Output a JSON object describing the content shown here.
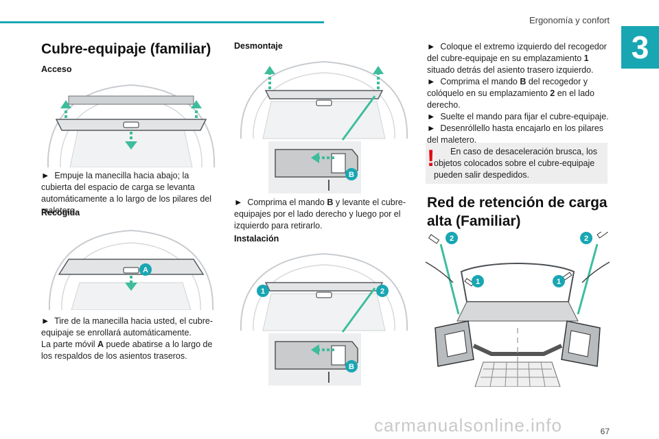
{
  "header": {
    "section_title": "Ergonomía y confort",
    "chapter": "3"
  },
  "left": {
    "title": "Cubre-equipaje (familiar)",
    "acceso": {
      "heading": "Acceso",
      "text": "Empuje la manecilla hacia abajo; la cubierta del espacio de carga se levanta automáticamente a lo largo de los pilares del maletero."
    },
    "recogida": {
      "heading": "Recogida",
      "text1": "Tire de la manecilla hacia usted, el cubre-equipaje se enrollará automáticamente.",
      "text2_pre": "La parte móvil ",
      "text2_bold": "A",
      "text2_post": " puede abatirse a lo largo de los respaldos de los asientos traseros."
    }
  },
  "middle": {
    "desmontaje": {
      "heading": "Desmontaje",
      "text_pre": "Comprima el mando ",
      "text_bold": "B",
      "text_post": " y levante el cubre-equipajes por el lado derecho y luego por el izquierdo para retirarlo."
    },
    "instalacion": {
      "heading": "Instalación"
    }
  },
  "right": {
    "steps": [
      {
        "pre": "Coloque el extremo izquierdo del recogedor del cubre-equipaje en su emplazamiento ",
        "bold": "1",
        "post": " situado detrás del asiento trasero izquierdo."
      },
      {
        "pre": "Comprima el mando ",
        "bold": "B",
        "post": " del recogedor y colóquelo en su emplazamiento ",
        "bold2": "2",
        "post2": " en el lado derecho."
      },
      {
        "pre": "Suelte el mando para fijar el cubre-equipaje."
      },
      {
        "pre": "Desenróllello hasta encajarlo en los pilares del maletero."
      }
    ],
    "warning": "En caso de desaceleración brusca, los objetos colocados sobre el cubre-equipaje pueden salir despedidos.",
    "net_title_line1": "Red de retención de carga",
    "net_title_line2": "alta (Familiar)"
  },
  "labels": {
    "A": "A",
    "B": "B",
    "one": "1",
    "two": "2",
    "bullet": "►",
    "warn_mark": "!"
  },
  "footer": {
    "page": "67",
    "watermark": "carmanualsonline.info"
  },
  "colors": {
    "accent": "#19a6b3",
    "warning": "#e30613",
    "arrow": "#3dbd9c"
  }
}
